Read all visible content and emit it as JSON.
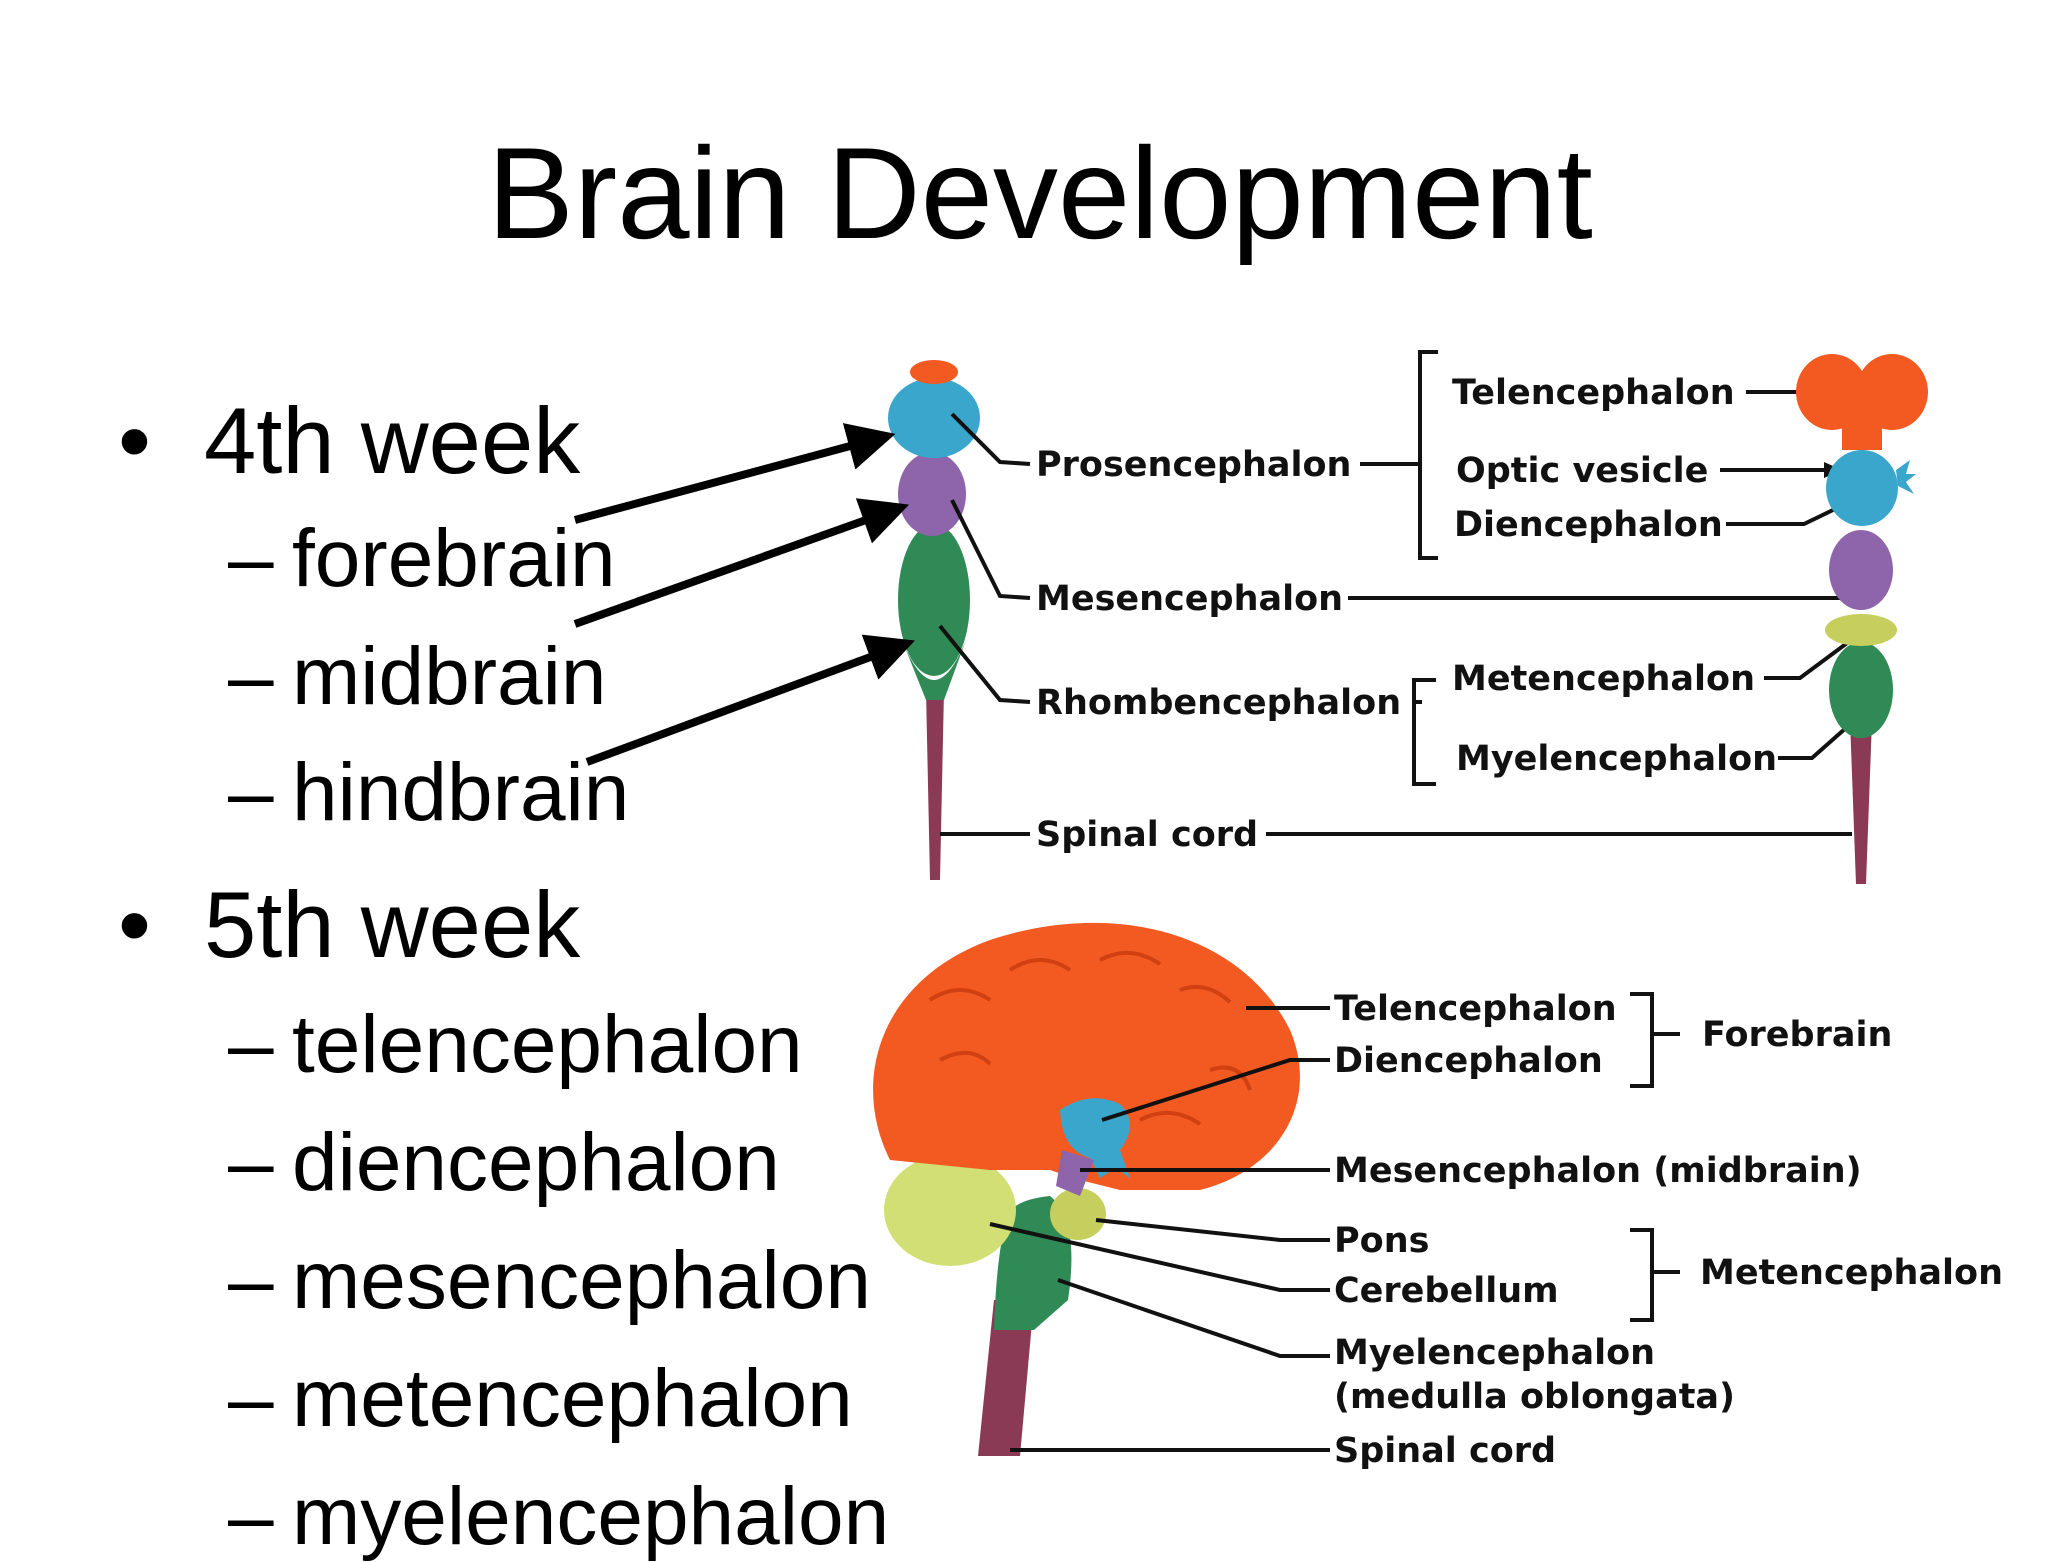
{
  "slide": {
    "title": "Brain Development",
    "bullets": [
      {
        "text": "4th week",
        "subs": [
          "forebrain",
          "midbrain",
          "hindbrain"
        ]
      },
      {
        "text": "5th week",
        "subs": [
          "telencephalon",
          "diencephalon",
          "mesencephalon",
          "metencephalon",
          "myelencephalon"
        ]
      }
    ],
    "bullet_glyph": "•",
    "dash_glyph": "–"
  },
  "diagram_top": {
    "labels": {
      "prosencephalon": "Prosencephalon",
      "mesencephalon": "Mesencephalon",
      "rhombencephalon": "Rhombencephalon",
      "spinal_cord": "Spinal cord",
      "telencephalon": "Telencephalon",
      "optic_vesicle": "Optic vesicle",
      "diencephalon": "Diencephalon",
      "metencephalon": "Metencephalon",
      "myelencephalon": "Myelencephalon"
    }
  },
  "diagram_bottom": {
    "labels": {
      "telencephalon": "Telencephalon",
      "diencephalon": "Diencephalon",
      "forebrain": "Forebrain",
      "mesencephalon": "Mesencephalon (midbrain)",
      "pons": "Pons",
      "cerebellum": "Cerebellum",
      "metencephalon": "Metencephalon",
      "myelencephalon": "Myelencephalon",
      "medulla": "(medulla oblongata)",
      "spinal_cord": "Spinal cord"
    }
  },
  "colors": {
    "telencephalon": "#f25a22",
    "diencephalon": "#3aa6cc",
    "mesencephalon": "#8e64aa",
    "metencephalon_band": "#c6cf5e",
    "hindbrain": "#2f8a55",
    "spinal_cord": "#8b3a55",
    "cerebellum": "#d2df74"
  }
}
